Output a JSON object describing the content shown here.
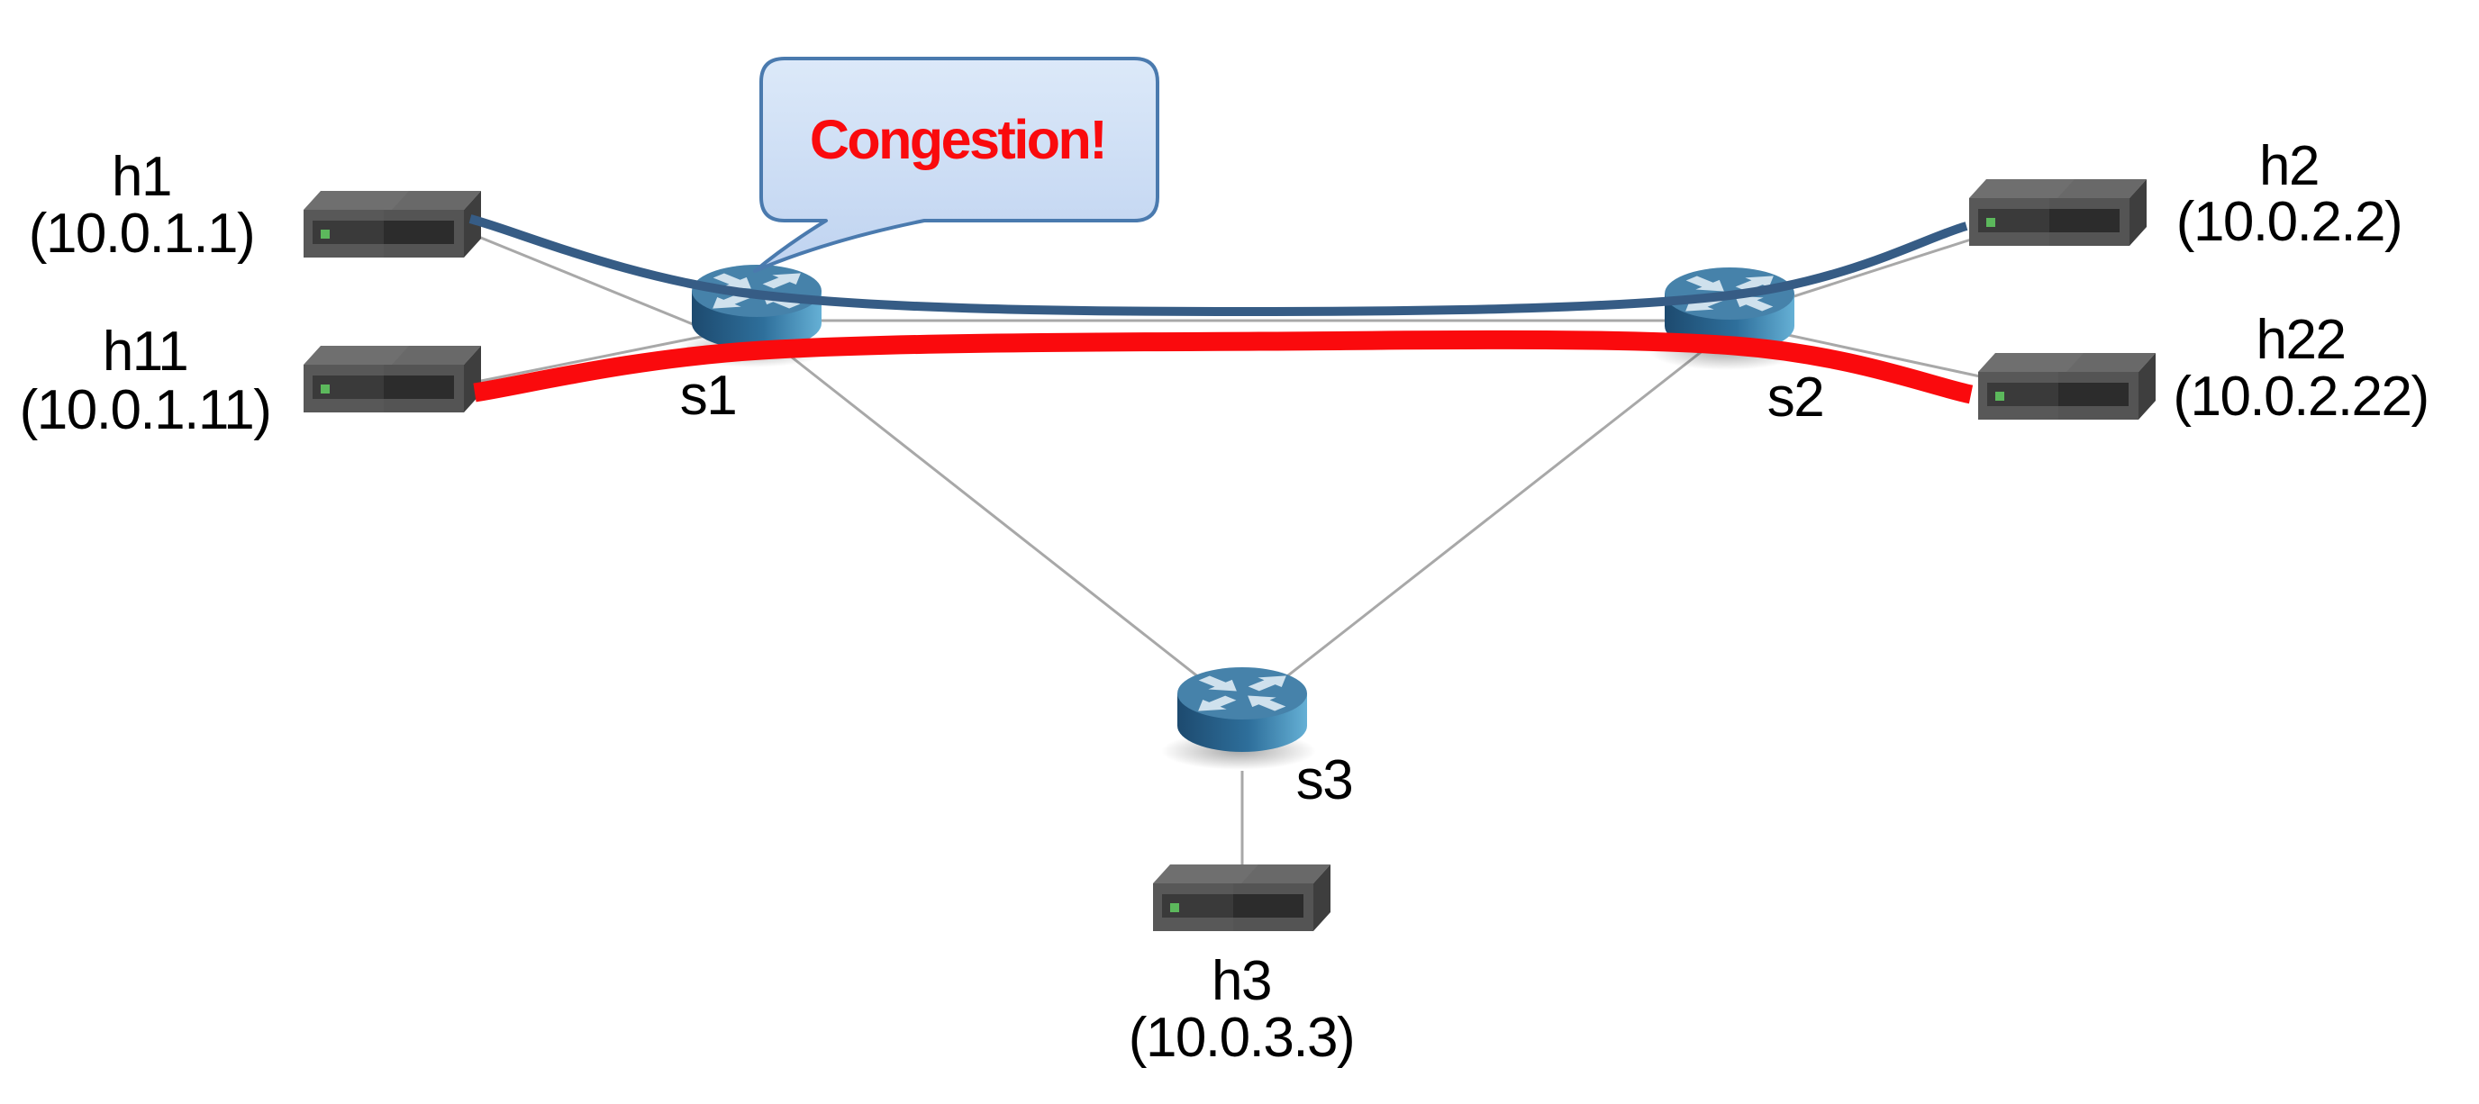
{
  "diagram": {
    "type": "network-topology",
    "description": "Mininet-style topology with three switches and five hosts; a red flow congests the s1-s2 link"
  },
  "colors": {
    "background": "#ffffff",
    "label_text": "#000000",
    "link_gray": "#a8a8a8",
    "flow_blue": "#365c85",
    "flow_red": "#fa0a0d",
    "callout_text": "#fa0a0d",
    "callout_border": "#4a7aae",
    "callout_fill_top": "#dce9f9",
    "callout_fill_bottom": "#bfd3f0",
    "router_top": "#4682aa",
    "router_side_dark": "#1d4a6f",
    "router_side_mid": "#2e6f9b",
    "router_side_light": "#65b0d5",
    "router_arrows": "#cfe1ed",
    "host_front": "#585858",
    "host_top": "#6f6f6f",
    "host_side": "#3e3e3e",
    "host_panel": "#3a3a3a",
    "host_panel_dark": "#2c2c2c",
    "host_led_green": "#5cb85c"
  },
  "nodes": {
    "h1": {
      "label": "h1",
      "ip": "(10.0.1.1)",
      "type": "host",
      "icon": "server-icon"
    },
    "h11": {
      "label": "h11",
      "ip": "(10.0.1.11)",
      "type": "host",
      "icon": "server-icon"
    },
    "h2": {
      "label": "h2",
      "ip": "(10.0.2.2)",
      "type": "host",
      "icon": "server-icon"
    },
    "h22": {
      "label": "h22",
      "ip": "(10.0.2.22)",
      "type": "host",
      "icon": "server-icon"
    },
    "h3": {
      "label": "h3",
      "ip": "(10.0.3.3)",
      "type": "host",
      "icon": "server-icon"
    },
    "s1": {
      "label": "s1",
      "type": "switch",
      "icon": "router-icon"
    },
    "s2": {
      "label": "s2",
      "type": "switch",
      "icon": "router-icon"
    },
    "s3": {
      "label": "s3",
      "type": "switch",
      "icon": "router-icon"
    }
  },
  "links": [
    [
      "h1",
      "s1"
    ],
    [
      "h11",
      "s1"
    ],
    [
      "s1",
      "s2"
    ],
    [
      "s1",
      "s3"
    ],
    [
      "s2",
      "s3"
    ],
    [
      "s2",
      "h2"
    ],
    [
      "s2",
      "h22"
    ],
    [
      "s3",
      "h3"
    ]
  ],
  "flows": [
    {
      "name": "blue-flow",
      "route": [
        "h1",
        "s1",
        "s2",
        "h2"
      ],
      "color": "#365c85",
      "width": 10
    },
    {
      "name": "red-flow",
      "route": [
        "h11",
        "s1",
        "s2",
        "h22"
      ],
      "color": "#fa0a0d",
      "width": 21
    }
  ],
  "callout": {
    "text": "Congestion!",
    "target": "s1",
    "shape": "speech-bubble"
  }
}
